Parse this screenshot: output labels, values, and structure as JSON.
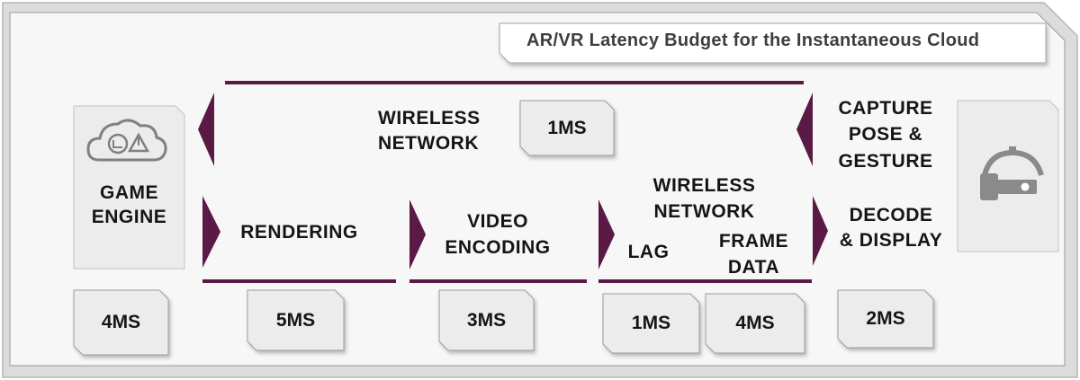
{
  "title": "AR/VR Latency Budget for the Instantaneous Cloud",
  "accent_color": "#5a1a45",
  "icons": {
    "left_device": "cloud-engine-icon",
    "right_device": "vr-headset-icon"
  },
  "labels": {
    "game_engine": [
      "GAME",
      "ENGINE"
    ],
    "wireless_top": [
      "WIRELESS",
      "NETWORK"
    ],
    "capture": [
      "CAPTURE",
      "POSE &",
      "GESTURE"
    ],
    "rendering": "RENDERING",
    "video_encoding": [
      "VIDEO",
      "ENCODING"
    ],
    "wireless_bottom": [
      "WIRELESS",
      "NETWORK"
    ],
    "lag": "LAG",
    "frame_data": [
      "FRAME",
      "DATA"
    ],
    "decode": [
      "DECODE",
      "& DISPLAY"
    ]
  },
  "latencies": {
    "wireless_top": "1MS",
    "game_engine": "4MS",
    "rendering": "5MS",
    "video_encoding": "3MS",
    "lag": "1MS",
    "frame_data": "4MS",
    "decode": "2MS"
  }
}
